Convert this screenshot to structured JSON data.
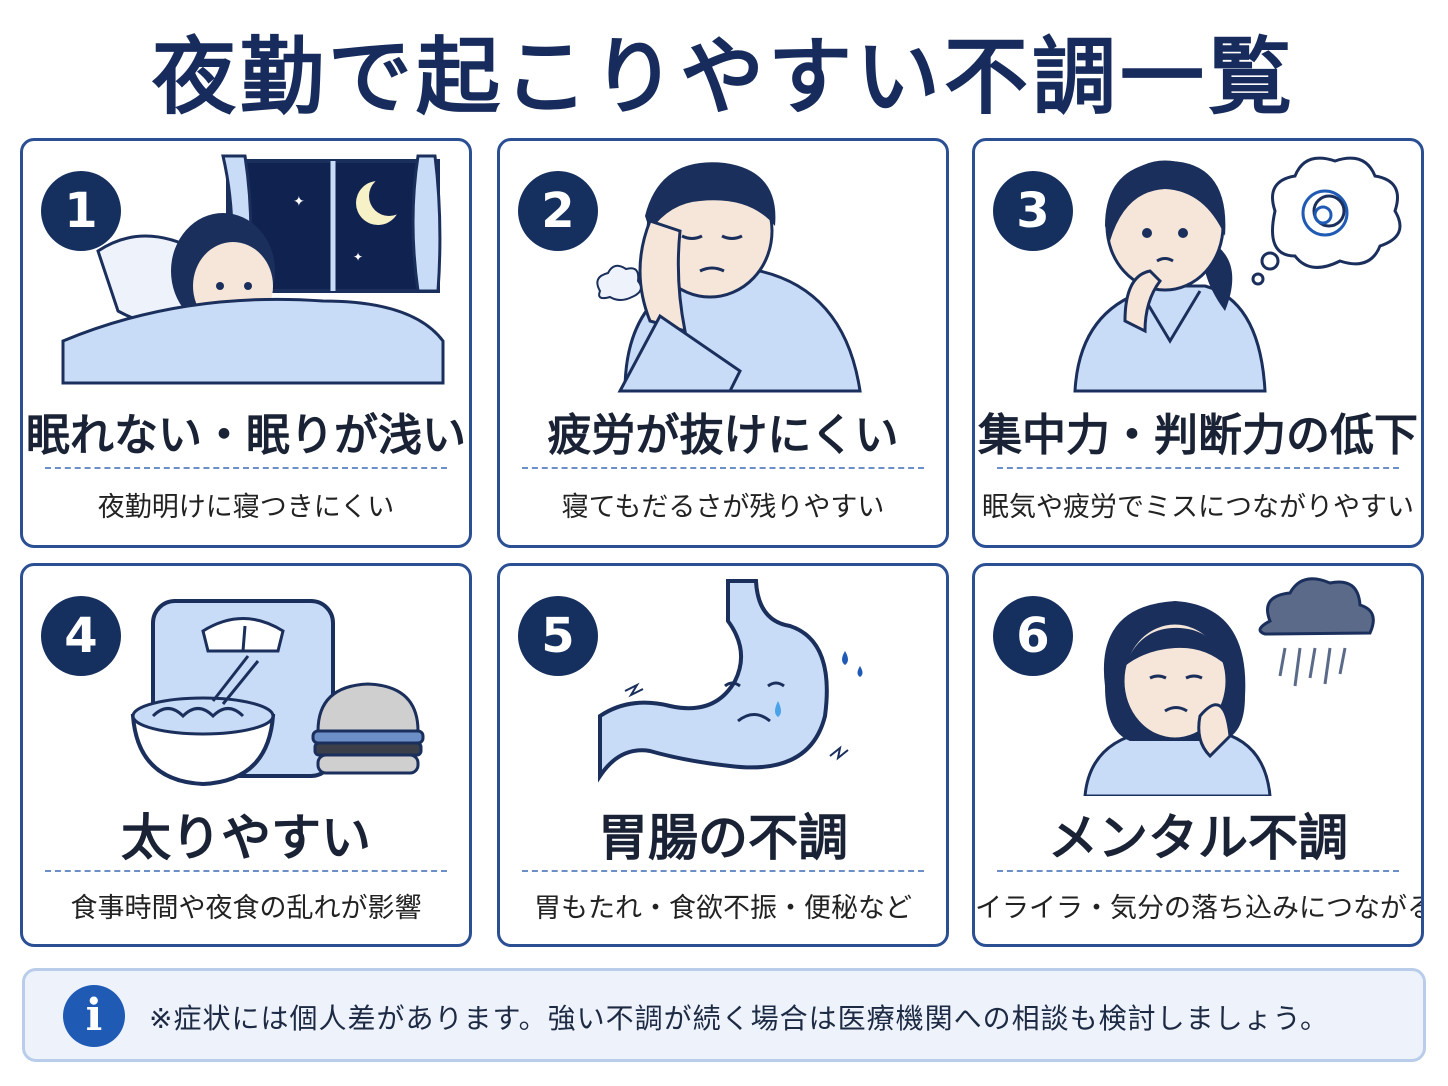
{
  "title": "夜勤で起こりやすい不調一覧",
  "cards": [
    {
      "number": "1",
      "heading": "眠れない・眠りが浅い",
      "sub": "夜勤明けに寝つきにくい",
      "icon": "sleepless-person-in-bed-icon"
    },
    {
      "number": "2",
      "heading": "疲労が抜けにくい",
      "sub": "寝てもだるさが残りやすい",
      "icon": "tired-man-icon"
    },
    {
      "number": "3",
      "heading": "集中力・判断力の低下",
      "sub": "眠気や疲労でミスにつながりやすい",
      "icon": "confused-woman-icon"
    },
    {
      "number": "4",
      "heading": "太りやすい",
      "sub": "食事時間や夜食の乱れが影響",
      "icon": "scale-and-food-icon"
    },
    {
      "number": "5",
      "heading": "胃腸の不調",
      "sub": "胃もたれ・食欲不振・便秘など",
      "icon": "sad-stomach-icon"
    },
    {
      "number": "6",
      "heading": "メンタル不調",
      "sub": "イライラ・気分の落ち込みにつながる",
      "icon": "depressed-woman-rain-cloud-icon"
    }
  ],
  "note": {
    "icon": "info-icon",
    "icon_glyph": "i",
    "text": "※症状には個人差があります。強い不調が続く場合は医療機関への相談も検討しましょう。"
  },
  "colors": {
    "title": "#172c5c",
    "card_border": "#2b4f93",
    "number_badge": "#15305f",
    "illustration_fill": "#c9dcf7",
    "note_background": "#eef3fb",
    "info_icon": "#1f5bb5"
  }
}
